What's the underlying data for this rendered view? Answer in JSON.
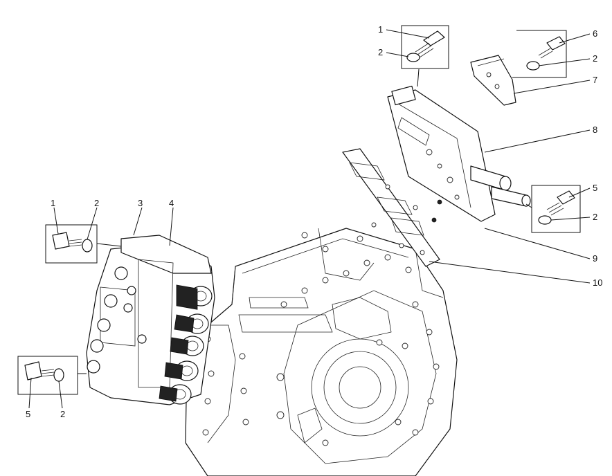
{
  "callouts": {
    "c1_top": "1",
    "c2_top": "2",
    "c6": "6",
    "c2_right_top": "2",
    "c7": "7",
    "c8": "8",
    "c5_right": "5",
    "c2_right_mid": "2",
    "c9": "9",
    "c10": "10",
    "c1_left": "1",
    "c2_left": "2",
    "c3": "3",
    "c4": "4",
    "c5_bottom": "5",
    "c2_bottom": "2"
  }
}
